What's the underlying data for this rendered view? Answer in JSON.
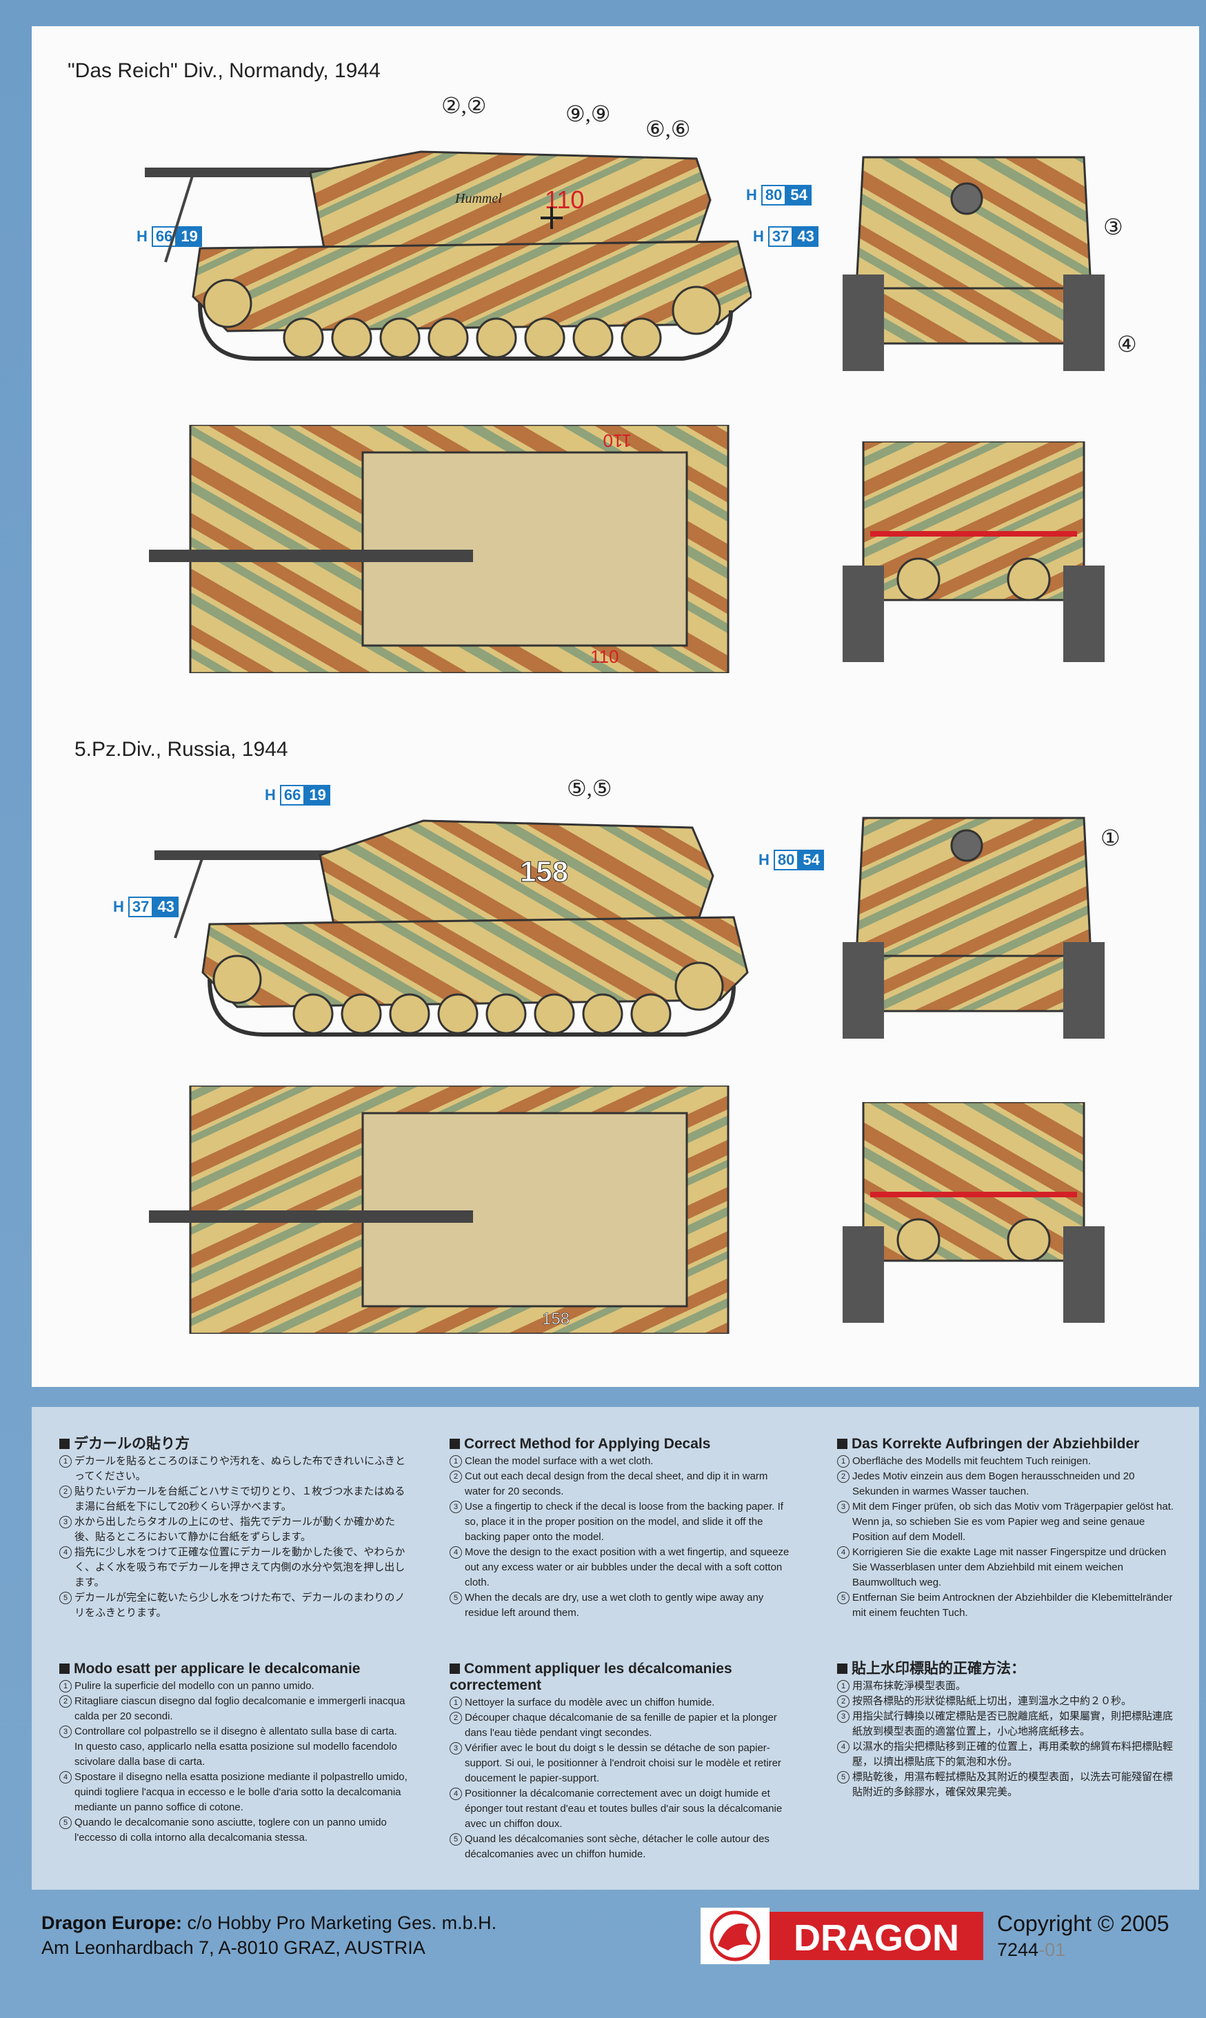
{
  "schemes": [
    {
      "title": "\"Das Reich\" Div., Normandy, 1944",
      "callouts": {
        "c22": "②,②",
        "c99": "⑨,⑨",
        "c66": "⑥,⑥",
        "c3": "③",
        "c4": "④"
      },
      "hull_number": "110",
      "hull_name": "Hummel",
      "codes": [
        {
          "h": "H",
          "a": "66",
          "b": "19"
        },
        {
          "h": "H",
          "a": "80",
          "b": "54"
        },
        {
          "h": "H",
          "a": "37",
          "b": "43"
        }
      ]
    },
    {
      "title": "5.Pz.Div., Russia, 1944",
      "callouts": {
        "c55": "⑤,⑤",
        "c1": "①"
      },
      "hull_number": "158",
      "codes": [
        {
          "h": "H",
          "a": "66",
          "b": "19"
        },
        {
          "h": "H",
          "a": "80",
          "b": "54"
        },
        {
          "h": "H",
          "a": "37",
          "b": "43"
        }
      ]
    }
  ],
  "instructions": {
    "japanese": {
      "title": "デカールの貼り方",
      "steps": [
        "デカールを貼るところのほこりや汚れを、ぬらした布できれいにふきとってください。",
        "貼りたいデカールを台紙ごとハサミで切りとり、１枚づつ水またはぬるま湯に台紙を下にして20秒くらい浮かべます。",
        "水から出したらタオルの上にのせ、指先でデカールが動くか確かめた後、貼るところにおいて静かに台紙をずらします。",
        "指先に少し水をつけて正確な位置にデカールを動かした後で、やわらかく、よく水を吸う布でデカールを押さえて内側の水分や気泡を押し出します。",
        "デカールが完全に乾いたら少し水をつけた布で、デカールのまわりのノリをふきとります。"
      ]
    },
    "english": {
      "title": "Correct Method for Applying Decals",
      "steps": [
        "Clean the model surface with a wet cloth.",
        "Cut out each decal design from the decal sheet, and dip it in warm water for 20 seconds.",
        "Use a fingertip to check if the decal is loose from the backing paper. If so, place it in the proper position on the model, and slide it off the backing paper onto the model.",
        "Move the design to the exact position with a wet fingertip, and squeeze out any excess water or air bubbles under the decal with a soft cotton cloth.",
        "When the decals are dry, use a wet cloth to gently wipe away any residue left around them."
      ]
    },
    "german": {
      "title": "Das Korrekte Aufbringen der Abziehbilder",
      "steps": [
        "Oberfläche des Modells mit feuchtem Tuch reinigen.",
        "Jedes Motiv einzein aus dem Bogen herausschneiden und 20 Sekunden in warmes Wasser tauchen.",
        "Mit dem Finger prüfen, ob sich das Motiv vom Trägerpapier gelöst hat. Wenn ja, so schieben Sie es vom Papier weg and seine genaue Position auf dem Modell.",
        "Korrigieren Sie die exakte Lage mit nasser Fingerspitze und drücken Sie Wasserblasen unter dem Abziehbild mit einem weichen Baumwolltuch weg.",
        "Entfernan Sie beim Antrocknen der Abziehbilder die Klebemittelränder mit einem feuchten Tuch."
      ]
    },
    "italian": {
      "title": "Modo esatt per applicare le decalcomanie",
      "steps": [
        "Pulire la superficie del modello con un panno umido.",
        "Ritagliare ciascun disegno dal foglio decalcomanie e immergerli inacqua calda per 20 secondi.",
        "Controllare col polpastrello se il disegno è allentato sulla base di carta. In questo caso, applicarlo nella esatta posizione sul modello facendolo scivolare dalla base di carta.",
        "Spostare il disegno nella esatta posizione mediante il polpastrello umido, quindi togliere l'acqua in eccesso e le bolle d'aria sotto la decalcomania mediante un panno soffice di cotone.",
        "Quando le decalcomanie sono asciutte, toglere con un panno umido l'eccesso di colla intorno alla decalcomania stessa."
      ]
    },
    "french": {
      "title": "Comment appliquer les décalcomanies correctement",
      "steps": [
        "Nettoyer la surface du modèle avec un chiffon humide.",
        "Découper chaque décalcomanie de sa fenille de papier et la plonger dans l'eau tiède pendant vingt secondes.",
        "Vérifier avec le bout du doigt s le dessin se détache de son papier-support. Si oui, le positionner à l'endroit choisi sur le modèle et retirer doucement le papier-support.",
        "Positionner la décalcomanie correctement avec un doigt humide et éponger tout restant d'eau et toutes bulles d'air sous la décalcomanie avec un chiffon doux.",
        "Quand les décalcomanies sont sèche, détacher le colle autour des décalcomanies avec un chiffon humide."
      ]
    },
    "chinese": {
      "title": "貼上水印標貼的正確方法：",
      "steps": [
        "用濕布抹乾淨模型表面。",
        "按照各標貼的形狀從標貼紙上切出，連到溫水之中約２０秒。",
        "用指尖試行轉換以確定標貼是否已脫離底紙，如果屬實，則把標貼連底紙放到模型表面的適當位置上，小心地將底紙移去。",
        "以濕水的指尖把標貼移到正確的位置上，再用柔軟的綿質布料把標貼輕壓，以擠出標貼底下的氣泡和水份。",
        "標貼乾後，用濕布輕拭標貼及其附近的模型表面，以洗去可能殘留在標貼附近的多餘膠水，確保效果完美。"
      ]
    }
  },
  "footer": {
    "company_bold": "Dragon Europe:",
    "company_rest": " c/o Hobby Pro Marketing Ges. m.b.H.",
    "address": "Am Leonhardbach 7, A-8010 GRAZ, AUSTRIA",
    "logo_text": "DRAGON",
    "copyright": "Copyright © 2005",
    "code_main": "7244",
    "code_suffix": "-01"
  },
  "colors": {
    "background_blue": "#6f9ec8",
    "instr_panel": "#c9d9e8",
    "decal_blue": "#1a78c2",
    "camo_sand": "#d9c27a",
    "camo_brown": "#b8733f",
    "camo_green": "#8fa27a",
    "dragon_red": "#d42027"
  }
}
